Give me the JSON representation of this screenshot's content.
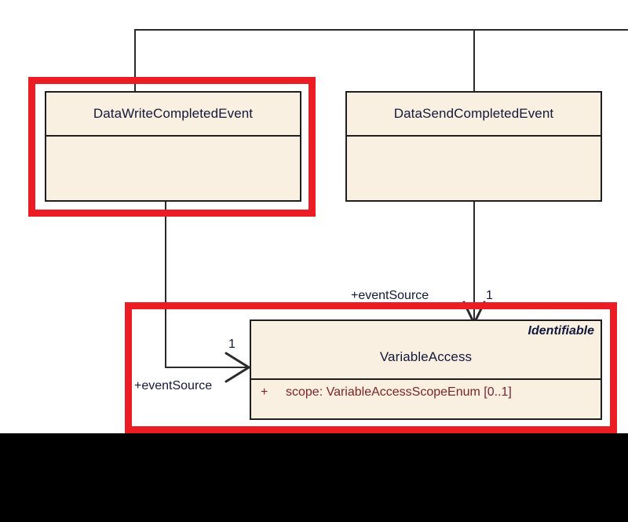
{
  "diagram": {
    "type": "uml-class-diagram",
    "background_color": "#ffffff",
    "class_fill_color": "#faf0e1",
    "class_border_color": "#1f1f1f",
    "highlight_color": "#ec1c24",
    "attribute_text_color": "#7d2328",
    "name_text_color": "#13183c",
    "letterbox_color": "#000000"
  },
  "classes": [
    {
      "id": "data-write-completed-event",
      "name": "DataWriteCompletedEvent",
      "stereotype": "",
      "attributes": [],
      "highlighted": true
    },
    {
      "id": "data-send-completed-event",
      "name": "DataSendCompletedEvent",
      "stereotype": "",
      "attributes": [],
      "highlighted": false
    },
    {
      "id": "variable-access",
      "name": "VariableAccess",
      "stereotype": "Identifiable",
      "attributes": [
        {
          "visibility": "+",
          "text": "scope:  VariableAccessScopeEnum [0..1]"
        }
      ],
      "highlighted": true
    }
  ],
  "associations": [
    {
      "id": "write-to-variable-access",
      "source": "data-write-completed-event",
      "target": "variable-access",
      "role_label": "+eventSource",
      "multiplicity": "1",
      "arrow": "open"
    },
    {
      "id": "send-to-variable-access",
      "source": "data-send-completed-event",
      "target": "variable-access",
      "role_label": "+eventSource",
      "multiplicity": "1",
      "arrow": "open"
    }
  ],
  "generalization": {
    "note": "Shared inheritance tree line running off the top of the view",
    "children": [
      "data-write-completed-event",
      "data-send-completed-event"
    ]
  },
  "highlights": [
    {
      "id": "highlight-data-write-completed-event",
      "target": "data-write-completed-event"
    },
    {
      "id": "highlight-variable-access",
      "target": "variable-access"
    }
  ]
}
